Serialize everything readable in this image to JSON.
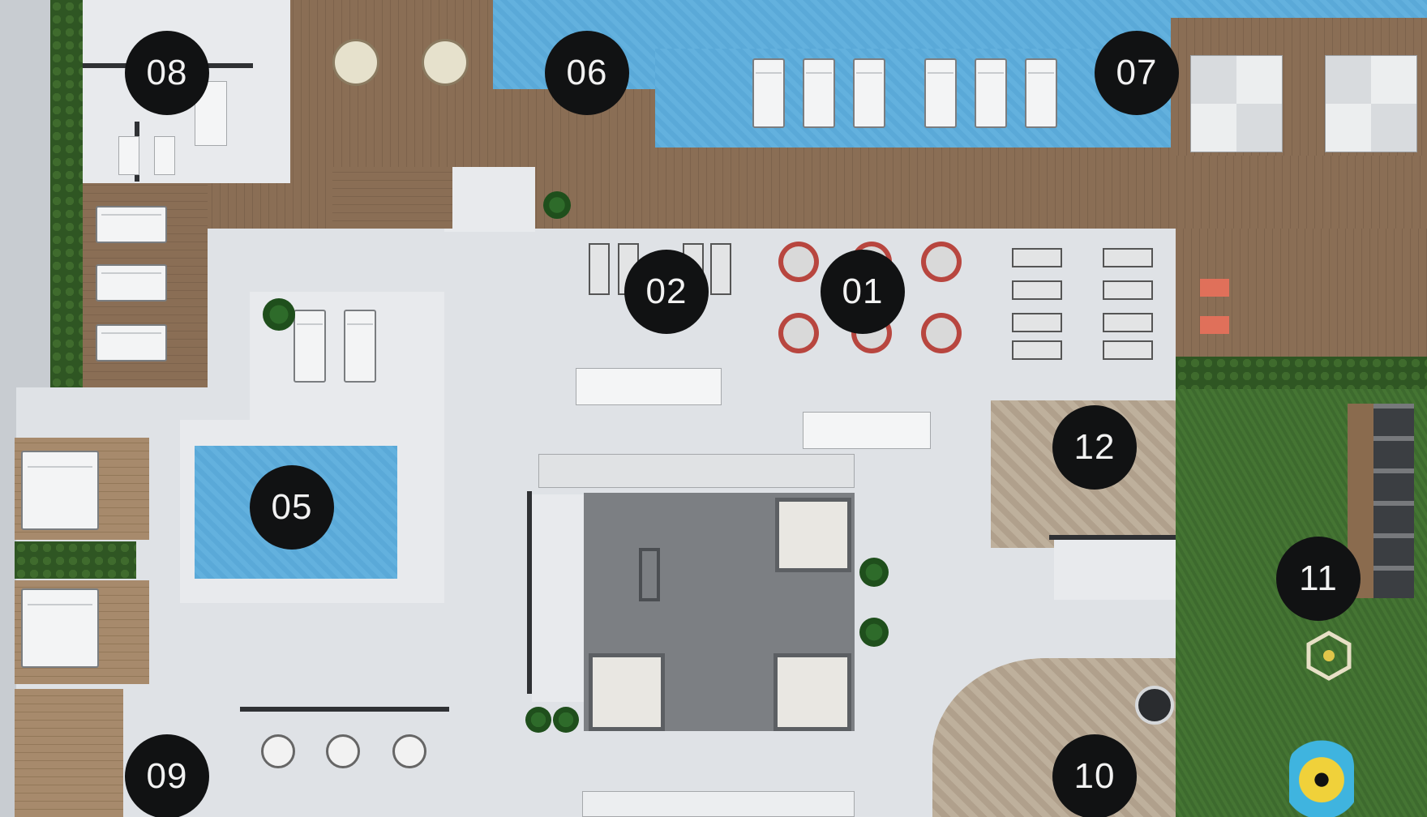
{
  "markers": [
    {
      "id": "01",
      "label": "01"
    },
    {
      "id": "02",
      "label": "02"
    },
    {
      "id": "05",
      "label": "05"
    },
    {
      "id": "06",
      "label": "06"
    },
    {
      "id": "07",
      "label": "07"
    },
    {
      "id": "08",
      "label": "08"
    },
    {
      "id": "09",
      "label": "09"
    },
    {
      "id": "10",
      "label": "10"
    },
    {
      "id": "11",
      "label": "11"
    },
    {
      "id": "12",
      "label": "12"
    }
  ],
  "colors": {
    "marker_fill": "#111213",
    "marker_text": "#f2f2f2",
    "pool": "#5aa9d8",
    "deck": "#8a6e55",
    "lawn": "#3d6a2e",
    "floor": "#dfe2e6"
  },
  "icons": [
    "palm-icon",
    "lounger-icon",
    "umbrella-icon",
    "table-icon",
    "hexagon-icon"
  ]
}
